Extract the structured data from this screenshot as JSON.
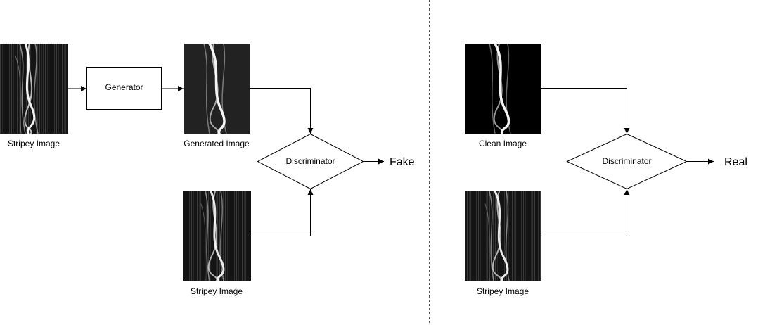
{
  "left_panel": {
    "input_image_label": "Stripey Image",
    "generator_label": "Generator",
    "generated_image_label": "Generated Image",
    "discriminator_label": "Discriminator",
    "second_image_label": "Stripey Image",
    "output_label": "Fake"
  },
  "right_panel": {
    "clean_image_label": "Clean Image",
    "discriminator_label": "Discriminator",
    "second_image_label": "Stripey Image",
    "output_label": "Real"
  },
  "colors": {
    "stripey_background": "#141414",
    "generated_background": "#222222",
    "clean_background": "#000000",
    "strand": "#ffffff",
    "line": "#000000",
    "divider": "#555555"
  }
}
